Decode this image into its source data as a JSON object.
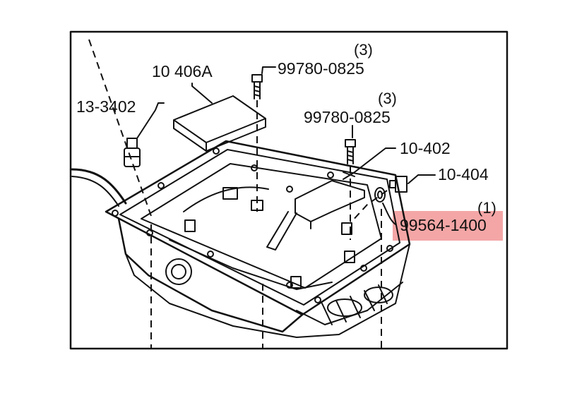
{
  "parts": [
    {
      "key": "p1",
      "number": "10 406A"
    },
    {
      "key": "p2",
      "number": "99780-0825",
      "qty": "(3)"
    },
    {
      "key": "p3",
      "number": "13-3402"
    },
    {
      "key": "p4",
      "number": "99780-0825",
      "qty": "(3)"
    },
    {
      "key": "p5",
      "number": "10-402"
    },
    {
      "key": "p6",
      "number": "10-404"
    },
    {
      "key": "p7",
      "number": "99564-1400",
      "qty": "(1)",
      "highlighted": true
    }
  ],
  "highlight_color": "#f4a6a6"
}
